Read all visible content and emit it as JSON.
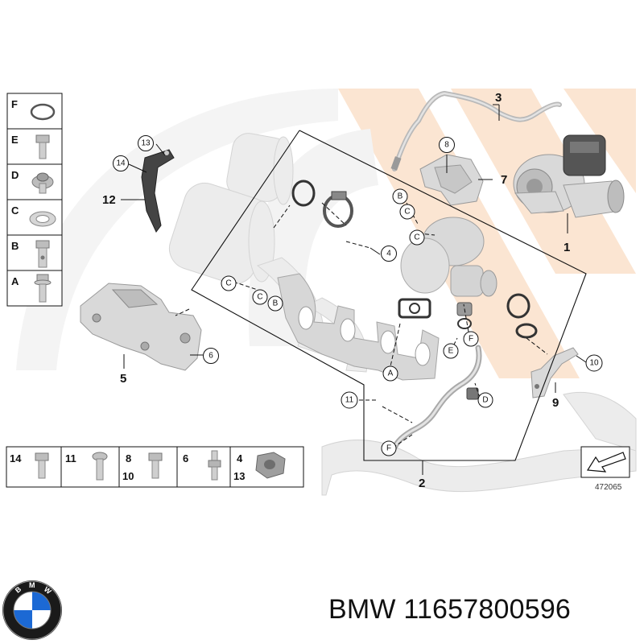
{
  "diagram": {
    "ref_number": "472065",
    "callouts": [
      "1",
      "2",
      "3",
      "4",
      "5",
      "6",
      "7",
      "8",
      "9",
      "10",
      "11",
      "12",
      "13",
      "14"
    ],
    "letter_callouts": [
      "A",
      "B",
      "C",
      "D",
      "E",
      "F"
    ]
  },
  "legend_left": [
    {
      "letter": "F",
      "icon": "o-ring-icon"
    },
    {
      "letter": "E",
      "icon": "hex-bolt-icon"
    },
    {
      "letter": "D",
      "icon": "banjo-bolt-icon"
    },
    {
      "letter": "C",
      "icon": "sealing-washer-icon"
    },
    {
      "letter": "B",
      "icon": "hollow-bolt-icon"
    },
    {
      "letter": "A",
      "icon": "flange-bolt-icon"
    }
  ],
  "legend_bottom": [
    {
      "label_top": "14",
      "label_bottom": "",
      "icon": "hex-bolt-icon"
    },
    {
      "label_top": "11",
      "label_bottom": "",
      "icon": "torx-screw-icon"
    },
    {
      "label_top": "8",
      "label_bottom": "10",
      "icon": "hex-bolt-icon"
    },
    {
      "label_top": "6",
      "label_bottom": "",
      "icon": "stud-bolt-icon"
    },
    {
      "label_top": "4",
      "label_bottom": "13",
      "icon": "hex-nut-icon"
    }
  ],
  "caption": {
    "brand": "BMW",
    "part_number": "11657800596"
  },
  "logo": {
    "text": "BMW",
    "colors": {
      "blue": "#1c69d4",
      "ring": "#1a1a1a",
      "white": "#ffffff"
    }
  },
  "watermark_color": "#fbe5d2"
}
